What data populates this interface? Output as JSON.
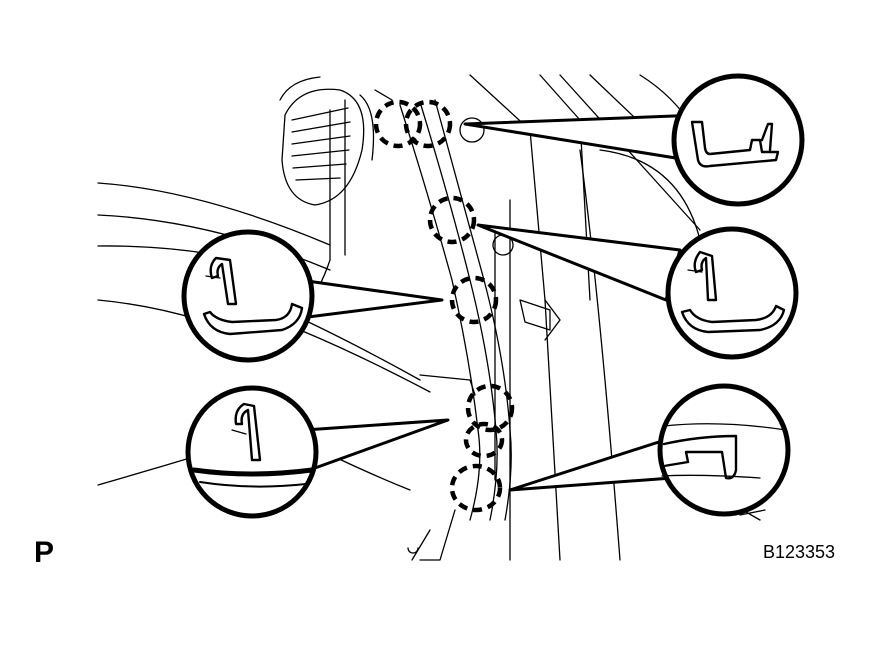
{
  "figure": {
    "view_label": "P",
    "reference_code": "B123353"
  },
  "parts": {
    "a_pillar_garnish": "a-pillar-garnish",
    "clip_icon": "clip-icon",
    "air_vent_icon": "air-vent-icon"
  },
  "callouts": [
    {
      "id": "top-right",
      "clip": "hook-clip"
    },
    {
      "id": "mid-right",
      "clip": "bracket-clip"
    },
    {
      "id": "mid-left",
      "clip": "bracket-clip"
    },
    {
      "id": "bottom-left",
      "clip": "bracket-clip"
    },
    {
      "id": "bottom-right",
      "clip": "tab-clip"
    }
  ]
}
